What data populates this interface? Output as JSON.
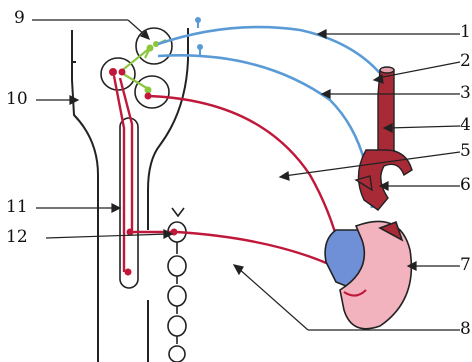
{
  "labels": [
    {
      "id": "1",
      "text": "1"
    },
    {
      "id": "2",
      "text": "2"
    },
    {
      "id": "3",
      "text": "3"
    },
    {
      "id": "4",
      "text": "4"
    },
    {
      "id": "5",
      "text": "5"
    },
    {
      "id": "6",
      "text": "6"
    },
    {
      "id": "7",
      "text": "7"
    },
    {
      "id": "8",
      "text": "8"
    },
    {
      "id": "9",
      "text": "9"
    },
    {
      "id": "10",
      "text": "10"
    },
    {
      "id": "11",
      "text": "11"
    },
    {
      "id": "12",
      "text": "12"
    }
  ],
  "colors": {
    "outline": "#222222",
    "sensory_nerve": "#5b9bd5",
    "motor_nerve": "#c0183a",
    "interneuron": "#8cc63f",
    "vessel": "#a82a36",
    "heart_right": "#6f8fd6",
    "heart_left": "#f2b3bf"
  }
}
